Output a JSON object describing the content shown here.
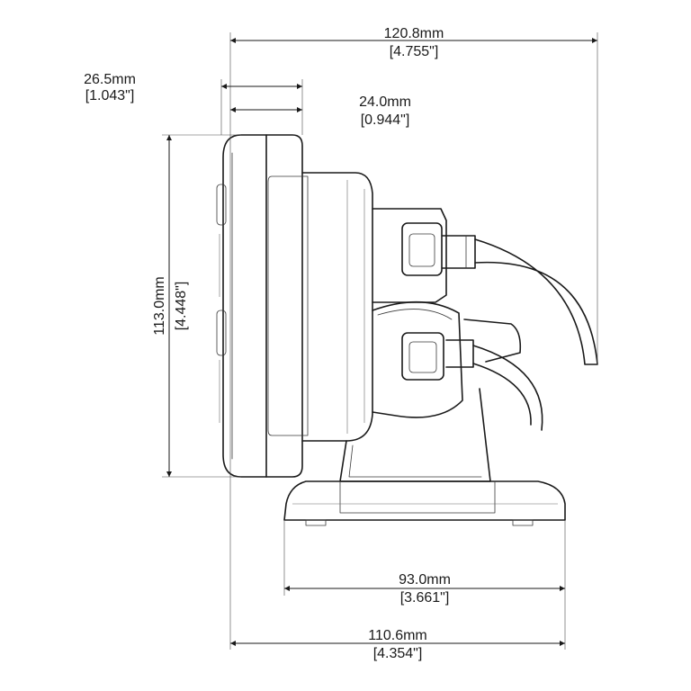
{
  "dimensions": {
    "overall_depth": {
      "metric": "120.8mm",
      "imperial": "[4.755\"]"
    },
    "front_depth": {
      "metric": "26.5mm",
      "imperial": "[1.043\"]"
    },
    "bezel_depth": {
      "metric": "24.0mm",
      "imperial": "[0.944\"]"
    },
    "height": {
      "metric": "113.0mm",
      "imperial": "[4.448\"]"
    },
    "base_width": {
      "metric": "93.0mm",
      "imperial": "[3.661\"]"
    },
    "total_width": {
      "metric": "110.6mm",
      "imperial": "[4.354\"]"
    }
  }
}
